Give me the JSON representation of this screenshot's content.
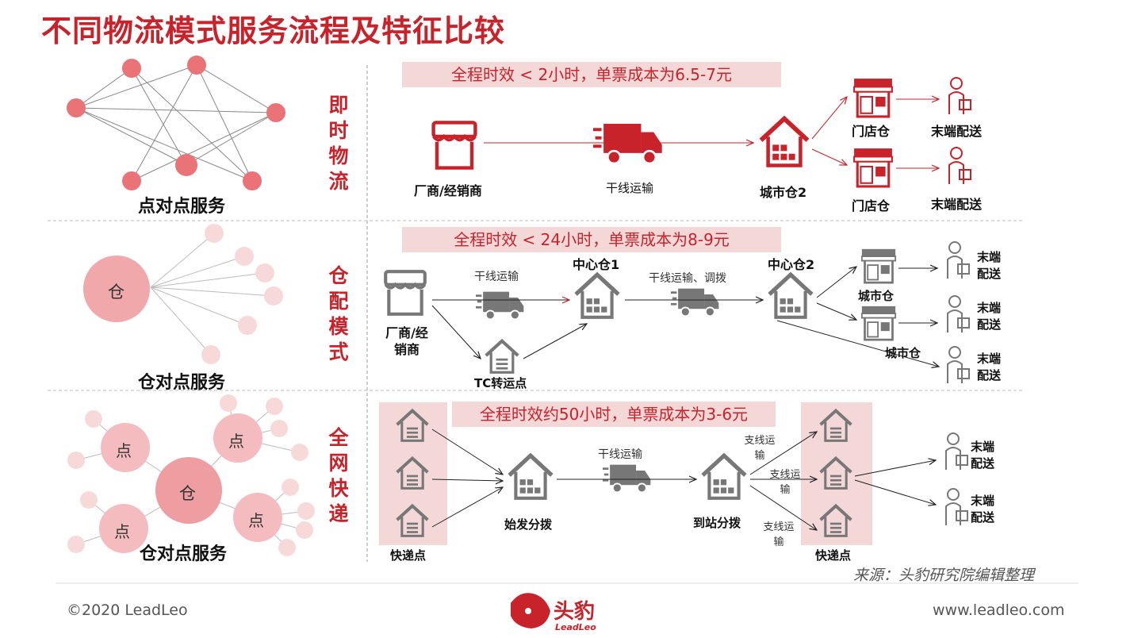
{
  "title": "不同物流模式服务流程及特征比较",
  "source": "来源：头豹研究院编辑整理",
  "footer": {
    "copyright": "©2020 LeadLeo",
    "brand_cn": "头豹",
    "brand_en": "LeadLeo",
    "url": "www.leadleo.com"
  },
  "colors": {
    "accent": "#c8222b",
    "banner_bg": "#f4d8d8",
    "gray_icon": "#777777",
    "node": "#e97377",
    "light_node": "#f6cfd1"
  },
  "rows": [
    {
      "caption": "点对点服务",
      "mode": "即时物流",
      "banner": "全程时效 < 2小时，单票成本为6.5-7元",
      "labels": {
        "source": "厂商/经销商",
        "trunk": "干线运输",
        "city_wh": "城市仓2",
        "store1": "门店仓",
        "store2": "门店仓",
        "last1": "末端配送",
        "last2": "末端配送"
      }
    },
    {
      "caption": "仓对点服务",
      "center": "仓",
      "mode": "仓配模式",
      "banner": "全程时效 < 24小时，单票成本为8-9元",
      "labels": {
        "source": "厂商/经销商",
        "trunk": "干线运输",
        "center1": "中心仓1",
        "trunk2": "干线运输、调拨",
        "center2": "中心仓2",
        "tc": "TC转运点",
        "city1": "城市仓",
        "city2": "城市仓",
        "last1": "末端配送",
        "last2": "末端配送",
        "last3": "末端配送"
      }
    },
    {
      "caption": "仓对点服务",
      "center": "仓",
      "point": "点",
      "mode": "全网快递",
      "banner": "全程时效约50小时，单票成本为3-6元",
      "labels": {
        "points": "快递点",
        "origin": "始发分拨",
        "trunk": "干线运输",
        "dest": "到站分拨",
        "branch": "支线运输",
        "points2": "快递点",
        "last1": "末端配送",
        "last2": "末端配送"
      }
    }
  ]
}
